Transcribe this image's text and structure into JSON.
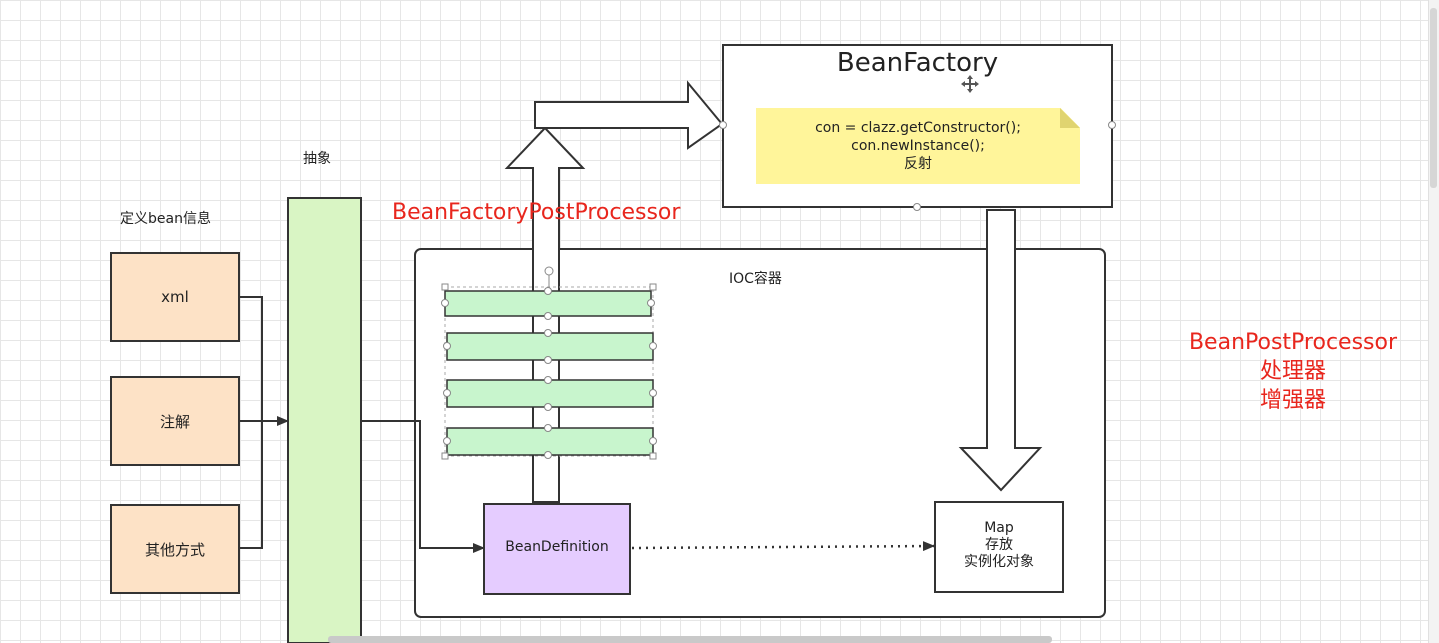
{
  "labels": {
    "define_bean": "定义bean信息",
    "abstract": "抽象",
    "bean_factory_post_processor": "BeanFactoryPostProcessor",
    "ioc_container": "IOC容器",
    "bean_post_processor": "BeanPostProcessor",
    "processor": "处理器",
    "enhancer": "增强器"
  },
  "sources": [
    "xml",
    "注解",
    "其他方式"
  ],
  "bean_factory": {
    "title": "BeanFactory",
    "note": [
      "con = clazz.getConstructor();",
      "con.newInstance();",
      "反射"
    ]
  },
  "bean_definition": "BeanDefinition",
  "map_box": [
    "Map",
    "存放",
    "实例化对象"
  ],
  "colors": {
    "red_text": "#e8261d",
    "source_fill": "#fde2c6",
    "abstract_fill": "#d9f5c4",
    "stack_fill": "#c8f5cd",
    "bean_definition_fill": "#e5ccff",
    "note_fill": "#fff59a"
  }
}
